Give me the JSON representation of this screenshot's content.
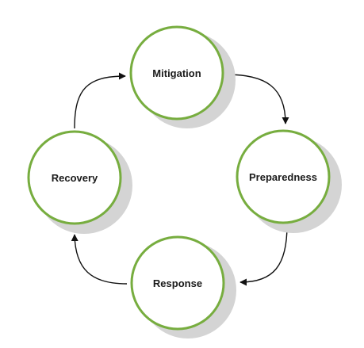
{
  "diagram": {
    "type": "cycle",
    "colors": {
      "node_stroke": "#77ad3f",
      "node_fill": "#ffffff",
      "shadow": "#d4d4d4",
      "arrow": "#111111",
      "label": "#1a1a1a"
    },
    "nodes": [
      {
        "id": "mitigation",
        "label": "Mitigation"
      },
      {
        "id": "preparedness",
        "label": "Preparedness"
      },
      {
        "id": "response",
        "label": "Response"
      },
      {
        "id": "recovery",
        "label": "Recovery"
      }
    ],
    "edges": [
      {
        "from": "mitigation",
        "to": "preparedness"
      },
      {
        "from": "preparedness",
        "to": "response"
      },
      {
        "from": "response",
        "to": "recovery"
      },
      {
        "from": "recovery",
        "to": "mitigation"
      }
    ]
  }
}
